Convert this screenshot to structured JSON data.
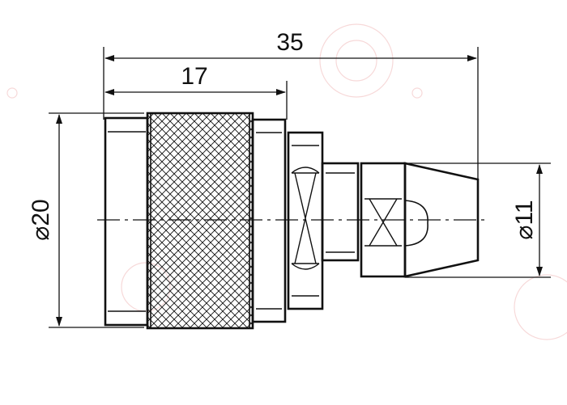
{
  "dimensions": {
    "overall_length": "35",
    "knurl_length": "17",
    "outer_diameter": "⌀20",
    "tip_diameter": "⌀11"
  },
  "colors": {
    "line": "#111111",
    "watermark": "#f7d9d9",
    "background": "#ffffff"
  }
}
